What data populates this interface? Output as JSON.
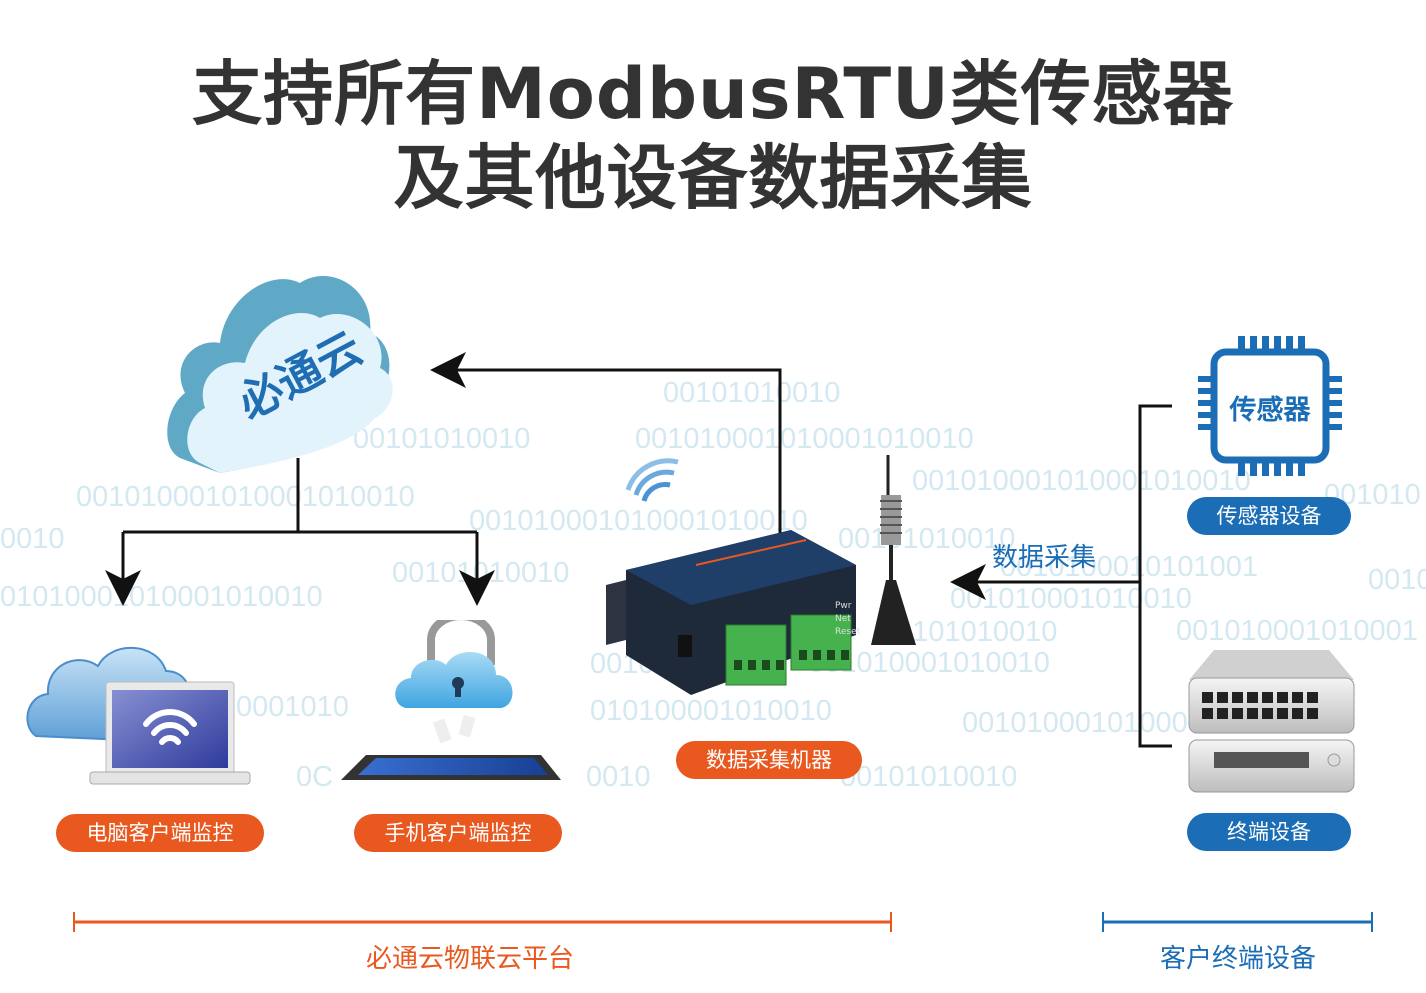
{
  "title": {
    "line1": "支持所有ModbusRTU类传感器",
    "line2": "及其他设备数据采集"
  },
  "cloud": {
    "label": "必通云",
    "icon": "cloud-icon"
  },
  "background_binary": [
    "00101010010",
    "00101010010",
    "001010001010001010010",
    "001010001010001010010",
    "001010001010001010010",
    "00101010010",
    "0010",
    "01010001010001010010",
    "00101010010",
    "001010001010010",
    "010100001010010",
    "001010001010001010010",
    "0001010",
    "00101010010",
    "00101000101000",
    "0010",
    "001010",
    "0010",
    "001010001010010",
    "0010",
    "0C",
    "0010100010101001",
    "001010001010001",
    "010100001010001010010",
    "00101000101000"
  ],
  "clients": [
    {
      "label": "电脑客户端监控",
      "icon": "laptop-cloud-icon"
    },
    {
      "label": "手机客户端监控",
      "icon": "tablet-cloud-lock-icon"
    }
  ],
  "collector": {
    "label": "数据采集机器",
    "icon": "data-collector-device-icon",
    "leds": [
      "Pwr",
      "Net",
      "Reset"
    ]
  },
  "collection_arrow_label": "数据采集",
  "sources": [
    {
      "label": "传感器设备",
      "icon_text": "传感器",
      "icon": "sensor-chip-icon"
    },
    {
      "label": "终端设备",
      "icon": "network-switch-icon"
    }
  ],
  "brackets": {
    "platform": "必通云物联云平台",
    "client_devices": "客户终端设备"
  },
  "colors": {
    "orange": "#e8581f",
    "blue": "#1b6db5",
    "binary": "#d4e8f2",
    "title": "#333333"
  }
}
